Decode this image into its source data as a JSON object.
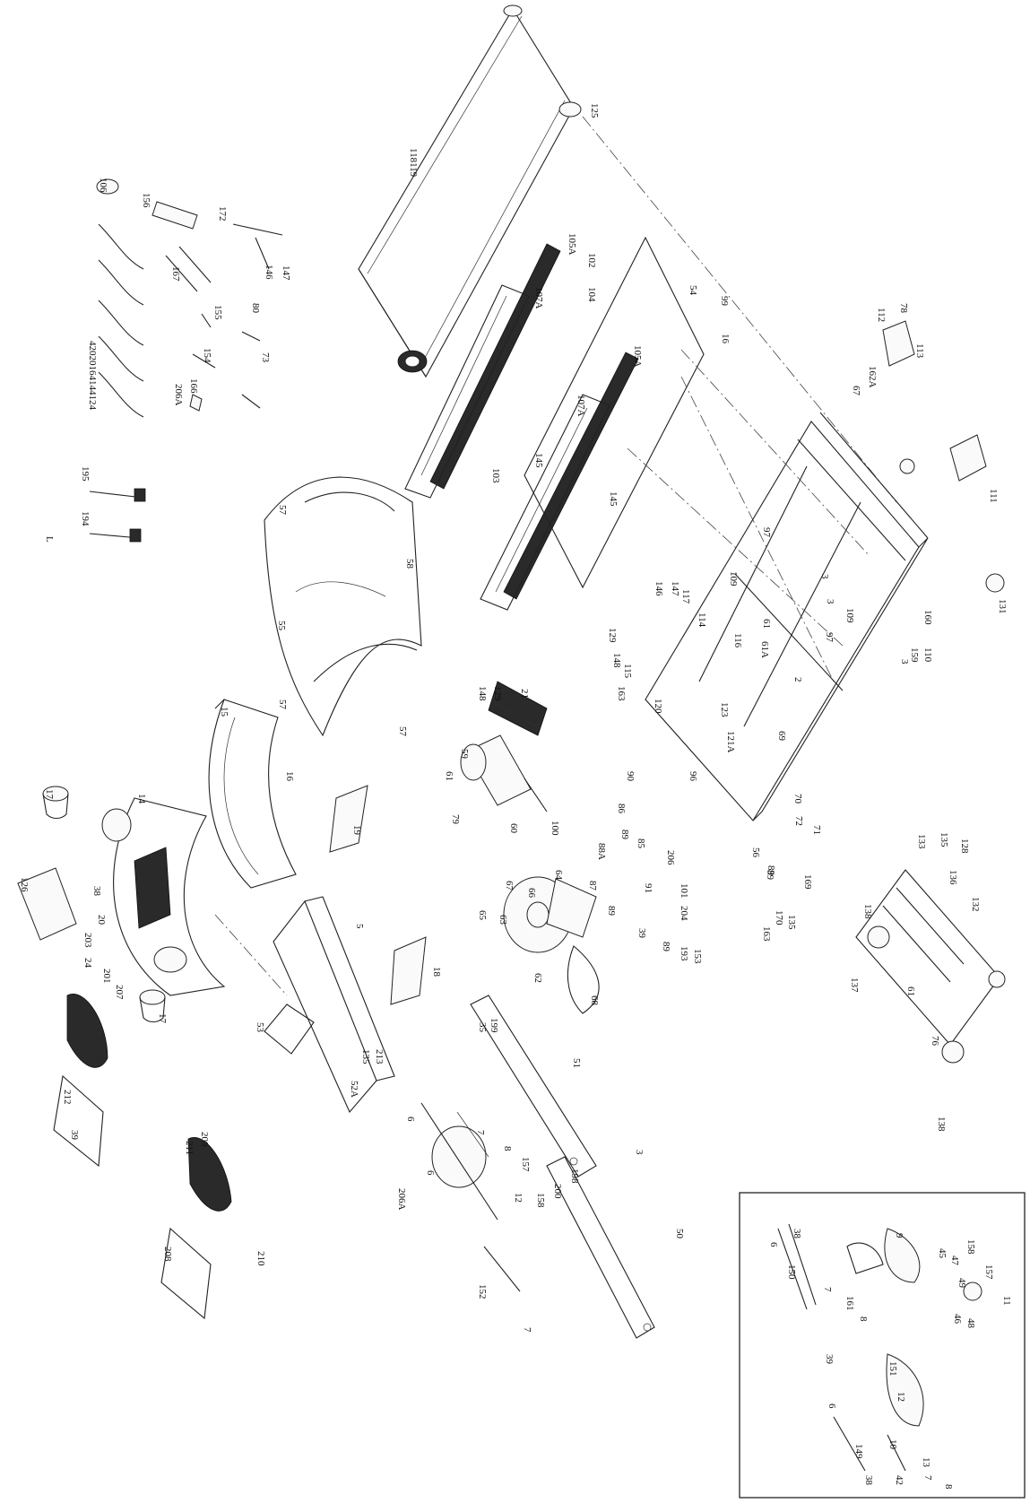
{
  "diagram": {
    "callouts": [
      {
        "id": "c-106",
        "text": "106"
      },
      {
        "id": "c-156",
        "text": "156"
      },
      {
        "id": "c-172",
        "text": "172"
      },
      {
        "id": "c-167",
        "text": "167"
      },
      {
        "id": "c-155",
        "text": "155"
      },
      {
        "id": "c-80",
        "text": "80"
      },
      {
        "id": "c-146a",
        "text": "146"
      },
      {
        "id": "c-147a",
        "text": "147"
      },
      {
        "id": "c-154",
        "text": "154"
      },
      {
        "id": "c-166",
        "text": "166"
      },
      {
        "id": "c-206a-top",
        "text": "206A"
      },
      {
        "id": "c-73",
        "text": "73"
      },
      {
        "id": "c-cables",
        "text": "42020164144124"
      },
      {
        "id": "c-195",
        "text": "195"
      },
      {
        "id": "c-194",
        "text": "194"
      },
      {
        "id": "c-L",
        "text": "L"
      },
      {
        "id": "c-118119",
        "text": "118119"
      },
      {
        "id": "c-125",
        "text": "125"
      },
      {
        "id": "c-105a-1",
        "text": "105A"
      },
      {
        "id": "c-102",
        "text": "102"
      },
      {
        "id": "c-107a-1",
        "text": "107A"
      },
      {
        "id": "c-104",
        "text": "104"
      },
      {
        "id": "c-54",
        "text": "54"
      },
      {
        "id": "c-99a",
        "text": "99"
      },
      {
        "id": "c-16a",
        "text": "16"
      },
      {
        "id": "c-105a-2",
        "text": "105A"
      },
      {
        "id": "c-107a-2",
        "text": "107A"
      },
      {
        "id": "c-145a",
        "text": "145"
      },
      {
        "id": "c-103",
        "text": "103"
      },
      {
        "id": "c-145b",
        "text": "145"
      },
      {
        "id": "c-112",
        "text": "112"
      },
      {
        "id": "c-78",
        "text": "78"
      },
      {
        "id": "c-113",
        "text": "113"
      },
      {
        "id": "c-162a",
        "text": "162A"
      },
      {
        "id": "c-67a",
        "text": "67"
      },
      {
        "id": "c-111",
        "text": "111"
      },
      {
        "id": "c-97a",
        "text": "97"
      },
      {
        "id": "c-3a",
        "text": "3"
      },
      {
        "id": "c-109a",
        "text": "109"
      },
      {
        "id": "c-109b",
        "text": "109"
      },
      {
        "id": "c-97b",
        "text": "97"
      },
      {
        "id": "c-3b",
        "text": "3"
      },
      {
        "id": "c-131",
        "text": "131"
      },
      {
        "id": "c-160",
        "text": "160"
      },
      {
        "id": "c-159",
        "text": "159"
      },
      {
        "id": "c-110",
        "text": "110"
      },
      {
        "id": "c-3c",
        "text": "3"
      },
      {
        "id": "c-2",
        "text": "2"
      },
      {
        "id": "c-61a",
        "text": "61A"
      },
      {
        "id": "c-61",
        "text": "61"
      },
      {
        "id": "c-116",
        "text": "116"
      },
      {
        "id": "c-114",
        "text": "114"
      },
      {
        "id": "c-117",
        "text": "117"
      },
      {
        "id": "c-146b",
        "text": "146"
      },
      {
        "id": "c-147b",
        "text": "147"
      },
      {
        "id": "c-129a",
        "text": "129"
      },
      {
        "id": "c-148a",
        "text": "148"
      },
      {
        "id": "c-115",
        "text": "115"
      },
      {
        "id": "c-163a",
        "text": "163"
      },
      {
        "id": "c-120",
        "text": "120"
      },
      {
        "id": "c-123",
        "text": "123"
      },
      {
        "id": "c-121a",
        "text": "121A"
      },
      {
        "id": "c-69",
        "text": "69"
      },
      {
        "id": "c-148b",
        "text": "148"
      },
      {
        "id": "c-129b",
        "text": "129"
      },
      {
        "id": "c-21",
        "text": "21"
      },
      {
        "id": "c-57a",
        "text": "57"
      },
      {
        "id": "c-58",
        "text": "58"
      },
      {
        "id": "c-55",
        "text": "55"
      },
      {
        "id": "c-57b",
        "text": "57"
      },
      {
        "id": "c-57c",
        "text": "57"
      },
      {
        "id": "c-15",
        "text": "15"
      },
      {
        "id": "c-16b",
        "text": "16"
      },
      {
        "id": "c-59",
        "text": "59"
      },
      {
        "id": "c-61b",
        "text": "61"
      },
      {
        "id": "c-79",
        "text": "79"
      },
      {
        "id": "c-60",
        "text": "60"
      },
      {
        "id": "c-100",
        "text": "100"
      },
      {
        "id": "c-90",
        "text": "90"
      },
      {
        "id": "c-96",
        "text": "96"
      },
      {
        "id": "c-86",
        "text": "86"
      },
      {
        "id": "c-70",
        "text": "70"
      },
      {
        "id": "c-72",
        "text": "72"
      },
      {
        "id": "c-71",
        "text": "71"
      },
      {
        "id": "c-56",
        "text": "56"
      },
      {
        "id": "c-89a",
        "text": "89"
      },
      {
        "id": "c-88a",
        "text": "88A"
      },
      {
        "id": "c-89b",
        "text": "89"
      },
      {
        "id": "c-85",
        "text": "85"
      },
      {
        "id": "c-206",
        "text": "206"
      },
      {
        "id": "c-87",
        "text": "87"
      },
      {
        "id": "c-89c",
        "text": "89"
      },
      {
        "id": "c-91",
        "text": "91"
      },
      {
        "id": "c-101",
        "text": "101"
      },
      {
        "id": "c-204",
        "text": "204"
      },
      {
        "id": "c-39a",
        "text": "39"
      },
      {
        "id": "c-89d",
        "text": "89"
      },
      {
        "id": "c-193",
        "text": "193"
      },
      {
        "id": "c-153",
        "text": "153"
      },
      {
        "id": "c-163b",
        "text": "163"
      },
      {
        "id": "c-170",
        "text": "170"
      },
      {
        "id": "c-135a",
        "text": "135"
      },
      {
        "id": "c-169",
        "text": "169"
      },
      {
        "id": "c-89e",
        "text": "89"
      },
      {
        "id": "c-133",
        "text": "133"
      },
      {
        "id": "c-135b",
        "text": "135"
      },
      {
        "id": "c-128",
        "text": "128"
      },
      {
        "id": "c-136",
        "text": "136"
      },
      {
        "id": "c-138a",
        "text": "138"
      },
      {
        "id": "c-132",
        "text": "132"
      },
      {
        "id": "c-137",
        "text": "137"
      },
      {
        "id": "c-61c",
        "text": "61"
      },
      {
        "id": "c-76",
        "text": "76"
      },
      {
        "id": "c-138b",
        "text": "138"
      },
      {
        "id": "c-67b",
        "text": "67"
      },
      {
        "id": "c-66",
        "text": "66"
      },
      {
        "id": "c-64",
        "text": "64"
      },
      {
        "id": "c-65",
        "text": "65"
      },
      {
        "id": "c-63",
        "text": "63"
      },
      {
        "id": "c-62",
        "text": "62"
      },
      {
        "id": "c-68",
        "text": "68"
      },
      {
        "id": "c-17a",
        "text": "17"
      },
      {
        "id": "c-14",
        "text": "14"
      },
      {
        "id": "c-126",
        "text": "126"
      },
      {
        "id": "c-38a",
        "text": "38"
      },
      {
        "id": "c-20",
        "text": "20"
      },
      {
        "id": "c-203",
        "text": "203"
      },
      {
        "id": "c-24",
        "text": "24"
      },
      {
        "id": "c-201",
        "text": "201"
      },
      {
        "id": "c-207",
        "text": "207"
      },
      {
        "id": "c-19",
        "text": "19"
      },
      {
        "id": "c-5",
        "text": "5"
      },
      {
        "id": "c-18",
        "text": "18"
      },
      {
        "id": "c-199",
        "text": "199"
      },
      {
        "id": "c-35",
        "text": "35"
      },
      {
        "id": "c-51",
        "text": "51"
      },
      {
        "id": "c-17b",
        "text": "17"
      },
      {
        "id": "c-53",
        "text": "53"
      },
      {
        "id": "c-135c",
        "text": "135"
      },
      {
        "id": "c-213",
        "text": "213"
      },
      {
        "id": "c-52a",
        "text": "52A"
      },
      {
        "id": "c-6a",
        "text": "6"
      },
      {
        "id": "c-7a",
        "text": "7"
      },
      {
        "id": "c-8a",
        "text": "8"
      },
      {
        "id": "c-157a",
        "text": "157"
      },
      {
        "id": "c-158a",
        "text": "158"
      },
      {
        "id": "c-6b",
        "text": "6"
      },
      {
        "id": "c-12a",
        "text": "12"
      },
      {
        "id": "c-206a-mid",
        "text": "206A"
      },
      {
        "id": "c-198",
        "text": "198"
      },
      {
        "id": "c-200",
        "text": "200"
      },
      {
        "id": "c-3d",
        "text": "3"
      },
      {
        "id": "c-50",
        "text": "50"
      },
      {
        "id": "c-152",
        "text": "152"
      },
      {
        "id": "c-7b",
        "text": "7"
      },
      {
        "id": "c-212",
        "text": "212"
      },
      {
        "id": "c-39b",
        "text": "39"
      },
      {
        "id": "c-211",
        "text": "211"
      },
      {
        "id": "c-209",
        "text": "209"
      },
      {
        "id": "c-208",
        "text": "208"
      },
      {
        "id": "c-210",
        "text": "210"
      },
      {
        "id": "i-6a",
        "text": "6"
      },
      {
        "id": "i-38a",
        "text": "38"
      },
      {
        "id": "i-150",
        "text": "150"
      },
      {
        "id": "i-7",
        "text": "7"
      },
      {
        "id": "i-8a",
        "text": "8"
      },
      {
        "id": "i-161",
        "text": "161"
      },
      {
        "id": "i-9",
        "text": "9"
      },
      {
        "id": "i-45",
        "text": "45"
      },
      {
        "id": "i-47",
        "text": "47"
      },
      {
        "id": "i-158",
        "text": "158"
      },
      {
        "id": "i-157",
        "text": "157"
      },
      {
        "id": "i-49",
        "text": "49"
      },
      {
        "id": "i-11",
        "text": "11"
      },
      {
        "id": "i-46",
        "text": "46"
      },
      {
        "id": "i-48",
        "text": "48"
      },
      {
        "id": "i-39",
        "text": "39"
      },
      {
        "id": "i-151",
        "text": "151"
      },
      {
        "id": "i-12",
        "text": "12"
      },
      {
        "id": "i-6b",
        "text": "6"
      },
      {
        "id": "i-149",
        "text": "149"
      },
      {
        "id": "i-10",
        "text": "10"
      },
      {
        "id": "i-13",
        "text": "13"
      },
      {
        "id": "i-38b",
        "text": "38"
      },
      {
        "id": "i-42",
        "text": "42"
      },
      {
        "id": "i-7b",
        "text": "7"
      },
      {
        "id": "i-8b",
        "text": "8"
      }
    ]
  }
}
